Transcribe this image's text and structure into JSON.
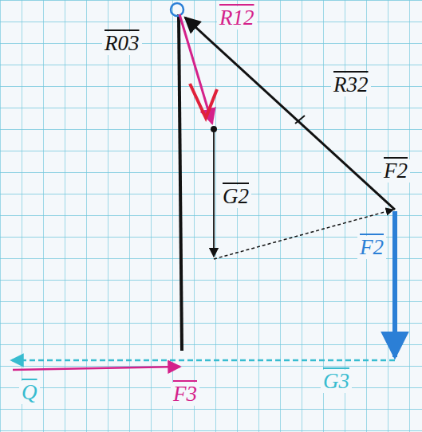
{
  "diagram": {
    "labels": [
      "R03",
      "R12",
      "R32",
      "F2",
      "G2",
      "F2",
      "G3",
      "Q",
      "F3"
    ]
  }
}
